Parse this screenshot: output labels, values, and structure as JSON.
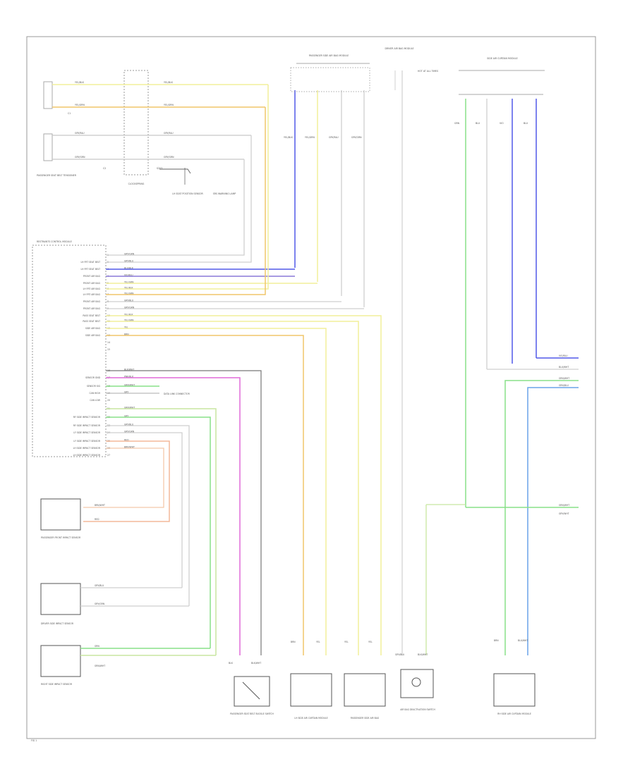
{
  "colors": {
    "yellow": "#f2ef9a",
    "orange": "#f0c66a",
    "blue": "#5058e8",
    "violet": "#8a78d8",
    "green": "#88e088",
    "lightblue": "#6aa4e8",
    "pink": "#e06ad8",
    "peach": "#f4b89a",
    "gray": "#b8b8b8",
    "dark": "#444444"
  },
  "diagram": {
    "top_left": {
      "wire_labels": [
        "YEL/BLK",
        "YEL/GRN",
        "YEL/BLK",
        "YEL/GRN",
        "GRY/BLU",
        "GRY/BLU",
        "GRY/GRN",
        "GRY/GRN"
      ],
      "connector_tags": [
        "C1",
        "C2"
      ],
      "module_label": "PASSENGER SEAT BELT TENSIONER",
      "splice_label": "S203",
      "center_block_label": "CLOCKSPRING",
      "sensor_labels": [
        "LH SEAT POSITION SENSOR",
        "SRS WARNING LAMP"
      ]
    },
    "top_right": {
      "header_left": "PASSENGER SIDE AIR BAG MODULE",
      "header_mid": "DRIVER AIR BAG MODULE",
      "header_right": "SIDE AIR CURTAIN MODULE",
      "side_note": "HOT AT ALL TIMES",
      "pin_labels": [
        "YEL/BLK",
        "YEL/GRN",
        "GRY/BLU",
        "GRY/GRN",
        "GRN",
        "BLU",
        "VIO",
        "BLU"
      ]
    },
    "module": {
      "title": "RESTRAINTS CONTROL MODULE",
      "pins": [
        {
          "num": "1",
          "name": "",
          "wire": "GRY/GRN"
        },
        {
          "num": "2",
          "name": "LH FRT SEAT BELT",
          "wire": "GRY/BLU"
        },
        {
          "num": "3",
          "name": "LH FRT SEAT BELT",
          "wire": "BLU/BLK"
        },
        {
          "num": "4",
          "name": "FRONT AIR BAG",
          "wire": "VIO/BLU"
        },
        {
          "num": "5",
          "name": "FRONT AIR BAG",
          "wire": "YEL/GRN"
        },
        {
          "num": "6",
          "name": "LH FRT AIR BAG",
          "wire": "YEL/BLK"
        },
        {
          "num": "7",
          "name": "LH FRT AIR BAG",
          "wire": "YEL/GRN"
        },
        {
          "num": "8",
          "name": "FRONT AIR BAG",
          "wire": "GRY/BLU"
        },
        {
          "num": "9",
          "name": "FRONT AIR BAG",
          "wire": "GRY/GRN"
        },
        {
          "num": "10",
          "name": "PASS SEAT BELT",
          "wire": "YEL/BLK"
        },
        {
          "num": "11",
          "name": "PASS SEAT BELT",
          "wire": "YEL/GRN"
        },
        {
          "num": "12",
          "name": "SIDE AIR BAG",
          "wire": "YEL"
        },
        {
          "num": "13",
          "name": "SIDE AIR BAG",
          "wire": "BRN"
        },
        {
          "num": "14",
          "name": "",
          "wire": ""
        },
        {
          "num": "15",
          "name": "",
          "wire": ""
        },
        {
          "num": "16",
          "name": "",
          "wire": "BLK/WHT"
        },
        {
          "num": "17",
          "name": "SENSOR GND",
          "wire": "PNK/BLK"
        },
        {
          "num": "18",
          "name": "SENSOR SIG",
          "wire": "GRN/WHT"
        },
        {
          "num": "19",
          "name": "CAN HIGH",
          "wire": "GRY"
        },
        {
          "num": "20",
          "name": "CAN LOW",
          "wire": ""
        },
        {
          "num": "21",
          "name": "",
          "wire": "GRN/WHT"
        },
        {
          "num": "22",
          "name": "RF SIDE IMPACT SENSOR",
          "wire": "GRY"
        },
        {
          "num": "23",
          "name": "RF SIDE IMPACT SENSOR",
          "wire": "GRY/BLU"
        },
        {
          "num": "24",
          "name": "LF SIDE IMPACT SENSOR",
          "wire": "GRY/GRN"
        },
        {
          "num": "25",
          "name": "LF SIDE IMPACT SENSOR",
          "wire": "RED"
        },
        {
          "num": "26",
          "name": "LH SIDE IMPACT SENSOR",
          "wire": "BRN/WHT"
        },
        {
          "num": "27",
          "name": "LH SIDE IMPACT SENSOR",
          "wire": ""
        }
      ],
      "data_link_label": "DATA LINK CONNECTOR"
    },
    "left_components": [
      {
        "label": "PASSENGER FRONT IMPACT SENSOR",
        "wires": [
          "BRN/WHT",
          "RED"
        ]
      },
      {
        "label": "DRIVER SIDE IMPACT SENSOR",
        "wires": [
          "GRY/BLU",
          "GRY/GRN"
        ]
      },
      {
        "label": "RIGHT SIDE IMPACT SENSOR",
        "wires": [
          "GRN",
          "GRN/WHT"
        ]
      }
    ],
    "right_wire_labels": [
      "VIO/BLU",
      "BLU/WHT",
      "GRN/WHT",
      "GRN/BLU",
      "GRN/WHT",
      "GRY/WHT"
    ],
    "bottom_components": [
      {
        "label": "PASSENGER SEAT BELT BUCKLE SWITCH",
        "wires": [
          "BLK",
          "BLK/WHT"
        ]
      },
      {
        "label": "LH SIDE AIR CURTAIN MODULE",
        "wires": [
          "BRN",
          "YEL"
        ]
      },
      {
        "label": "PASSENGER SIDE AIR BAG",
        "wires": [
          "YEL",
          "YEL"
        ]
      },
      {
        "label": "AIR BAG DEACTIVATION SWITCH",
        "wires": [
          "GRY/BLU",
          "BLK/WHT"
        ]
      },
      {
        "label": "RH SIDE AIR CURTAIN MODULE",
        "wires": [
          "BRN",
          "BLU/WHT"
        ]
      }
    ],
    "footer_tag": "FIG 1"
  }
}
